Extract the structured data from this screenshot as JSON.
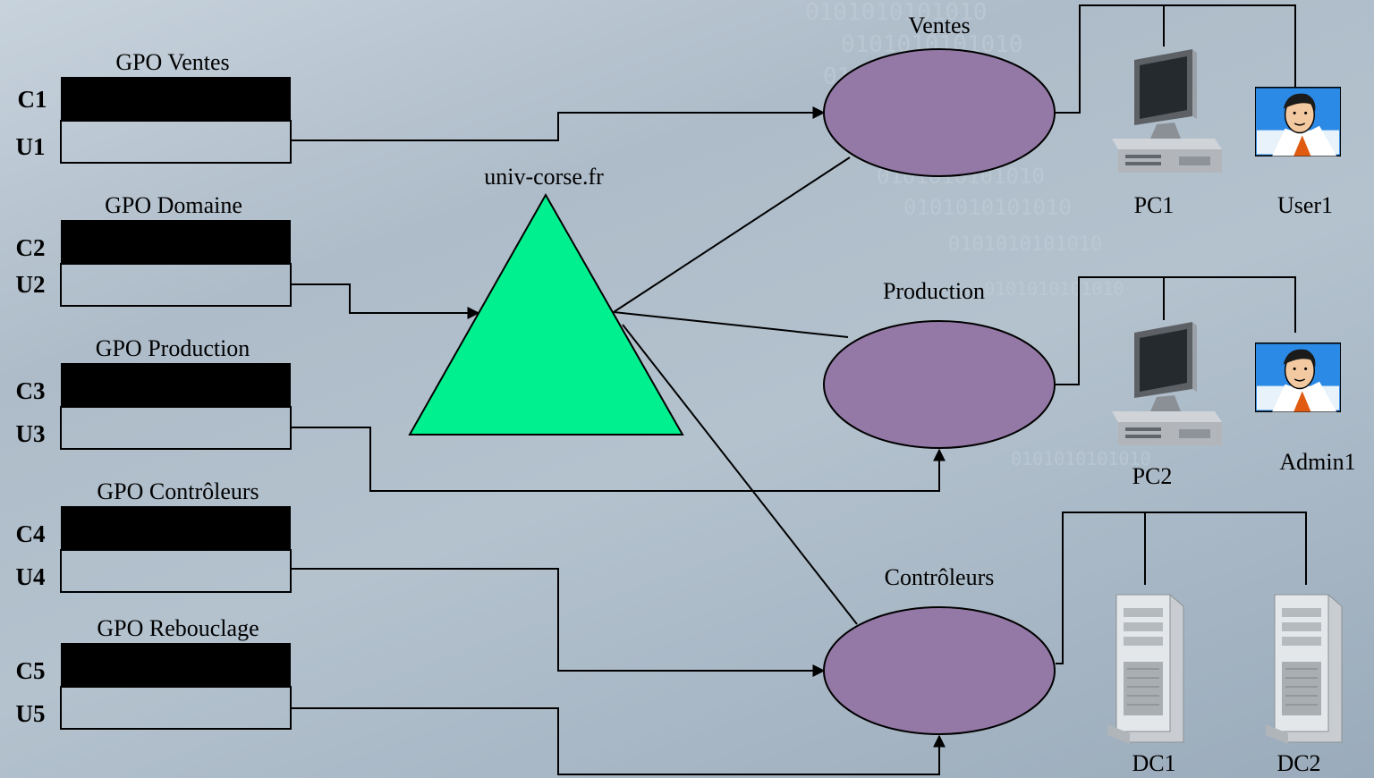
{
  "gpos": [
    {
      "title": "GPO Ventes",
      "computer_label": "C1",
      "user_label": "U1"
    },
    {
      "title": "GPO Domaine",
      "computer_label": "C2",
      "user_label": "U2"
    },
    {
      "title": "GPO Production",
      "computer_label": "C3",
      "user_label": "U3"
    },
    {
      "title": "GPO Contrôleurs",
      "computer_label": "C4",
      "user_label": "U4"
    },
    {
      "title": "GPO Rebouclage",
      "computer_label": "C5",
      "user_label": "U5"
    }
  ],
  "domain": {
    "label": "univ-corse.fr",
    "color": "#00f090"
  },
  "ous": [
    {
      "label": "Ventes",
      "color": "#9479a6"
    },
    {
      "label": "Production",
      "color": "#9479a6"
    },
    {
      "label": "Contrôleurs",
      "color": "#9479a6"
    }
  ],
  "devices": {
    "pc1": {
      "label": "PC1",
      "icon": "desktop-computer-icon"
    },
    "user1": {
      "label": "User1",
      "icon": "user-portrait-icon"
    },
    "pc2": {
      "label": "PC2",
      "icon": "desktop-computer-icon"
    },
    "admin1": {
      "label": "Admin1",
      "icon": "user-portrait-icon"
    },
    "dc1": {
      "label": "DC1",
      "icon": "tower-server-icon"
    },
    "dc2": {
      "label": "DC2",
      "icon": "tower-server-icon"
    }
  },
  "background_pattern": "0101010101010"
}
